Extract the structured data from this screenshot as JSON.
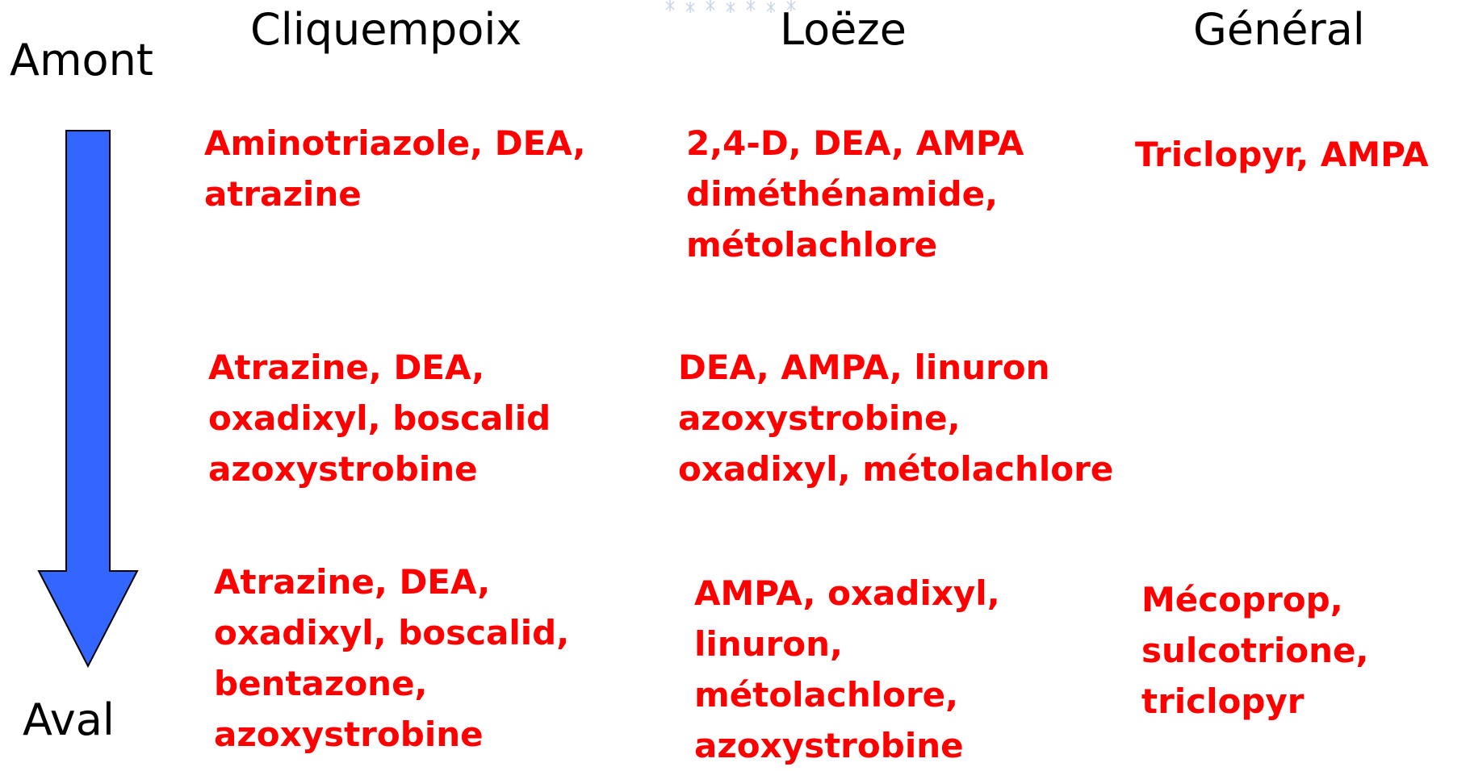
{
  "side_labels": {
    "upstream": "Amont",
    "downstream": "Aval"
  },
  "columns": [
    {
      "title": "Cliquempoix"
    },
    {
      "title": "Loëze"
    },
    {
      "title": "Général"
    }
  ],
  "cells": {
    "row1": {
      "cliquempoix": [
        "Aminotriazole, DEA,",
        "atrazine"
      ],
      "loeze": [
        "2,4-D, DEA, AMPA",
        "diméthénamide,",
        "métolachlore"
      ],
      "general": [
        "Triclopyr, AMPA"
      ]
    },
    "row2": {
      "cliquempoix": [
        "Atrazine, DEA,",
        "oxadixyl, boscalid",
        "azoxystrobine"
      ],
      "loeze": [
        "DEA, AMPA, linuron",
        "azoxystrobine,",
        "oxadixyl, métolachlore"
      ]
    },
    "row3": {
      "cliquempoix": [
        "Atrazine, DEA,",
        "oxadixyl, boscalid,",
        "bentazone,",
        "azoxystrobine"
      ],
      "loeze": [
        "AMPA, oxadixyl,",
        "linuron,",
        "métolachlore,",
        "azoxystrobine"
      ],
      "general": [
        "Mécoprop,",
        "sulcotrione,",
        "triclopyr"
      ]
    }
  },
  "colors": {
    "text": "#000000",
    "highlight": "#ff0000",
    "arrow_fill": "#3366ff",
    "arrow_stroke": "#000000"
  },
  "icons": {
    "arrow": "down-arrow-icon",
    "decor": "snowflake-pattern-icon"
  }
}
